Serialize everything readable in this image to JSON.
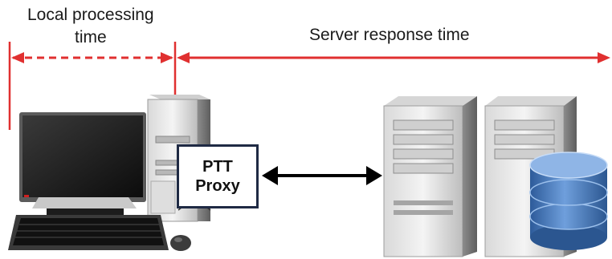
{
  "labels": {
    "local_line1": "Local processing",
    "local_line2": "time",
    "server": "Server response time"
  },
  "proxy": {
    "line1": "PTT",
    "line2": "Proxy"
  },
  "colors": {
    "timeline": "#e03030",
    "box_border": "#1f2a44",
    "database": "#4f7fbf",
    "arrow": "#000000"
  },
  "icons": [
    "desktop-computer-icon",
    "server-icon",
    "database-icon",
    "keyboard-icon",
    "mouse-icon"
  ]
}
